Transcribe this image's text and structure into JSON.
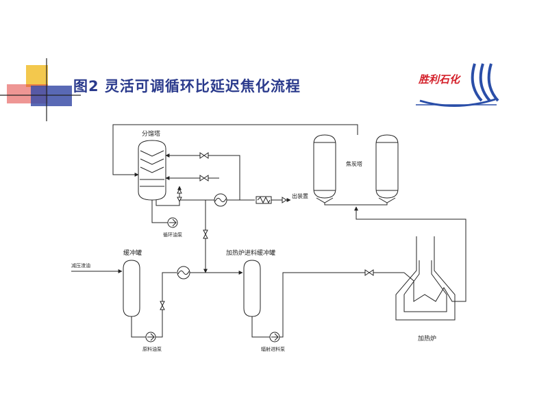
{
  "slide": {
    "title": "图2  灵活可调循环比延迟焦化流程",
    "logo_text": "胜利石化"
  },
  "diagram": {
    "labels": {
      "fractionator": "分馏塔",
      "coke_drums": "焦炭塔",
      "to_unit": "出装置",
      "circulation_pump": "循环油泵",
      "buffer_tank": "缓冲罐",
      "feed_in": "减压渣油",
      "heater_feed_tank": "加热炉进料缓冲罐",
      "feed_pump": "原料油泵",
      "radiation_pump": "辐射进料泵",
      "furnace": "加热炉"
    }
  },
  "colors": {
    "title": "#2a3a8c",
    "line": "#222222",
    "deco_yellow": "#f2c23a",
    "deco_red": "#e0403c",
    "deco_blue": "#3c4fa8",
    "logo_red": "#d4202a",
    "logo_blue": "#2a4ea8"
  }
}
